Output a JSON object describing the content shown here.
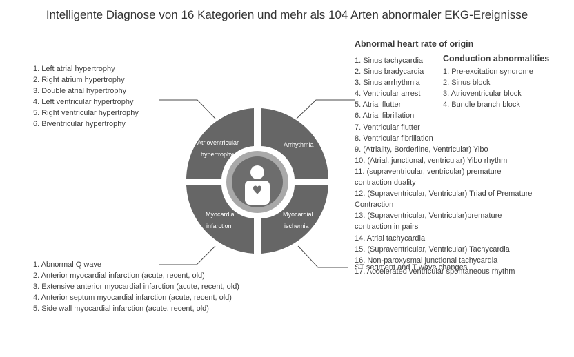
{
  "title": "Intelligente Diagnose von 16 Kategorien und mehr als 104 Arten abnormaler EKG-Ereignisse",
  "colors": {
    "segment": "#666666",
    "center_ring": "#a9a9a9",
    "center_disc": "#6d6d6d",
    "line": "#4a4a4a",
    "text": "#3f3f3f"
  },
  "center_icon": "patient-heart-icon",
  "segments": {
    "top_left": {
      "line1": "Atrioventricular",
      "line2": "hypertrophy"
    },
    "top_right": {
      "line1": "Arrhythmia"
    },
    "bottom_left": {
      "line1": "Myocardial",
      "line2": "infarction"
    },
    "bottom_right": {
      "line1": "Myocardial",
      "line2": "ischemia"
    }
  },
  "hypertrophy_list": [
    "1. Left atrial hypertrophy",
    "2. Right atrium hypertrophy",
    "3. Double atrial hypertrophy",
    "4. Left ventricular hypertrophy",
    "5. Right ventricular hypertrophy",
    "6. Biventricular hypertrophy"
  ],
  "infarction_list": [
    "1. Abnormal Q wave",
    "2. Anterior myocardial infarction (acute, recent, old)",
    "3. Extensive anterior myocardial infarction (acute, recent, old)",
    "4. Anterior septum myocardial infarction (acute, recent, old)",
    "5. Side wall myocardial infarction (acute, recent, old)"
  ],
  "abnormal_heart_rate": {
    "heading": "Abnormal heart rate of origin",
    "items": [
      "1. Sinus tachycardia",
      "2. Sinus bradycardia",
      "3. Sinus arrhythmia",
      "4. Ventricular arrest",
      "5. Atrial flutter",
      "6. Atrial fibrillation",
      "7. Ventricular flutter",
      "8. Ventricular fibrillation",
      "9. (Atriality, Borderline, Ventricular) Yibo",
      "10. (Atrial, junctional, ventricular) Yibo rhythm",
      "11. (supraventricular, ventricular) premature contraction duality",
      "12. (Supraventricular, Ventricular) Triad of Premature Contraction",
      "13. (Supraventricular, Ventricular)premature contraction in pairs",
      "14. Atrial tachycardia",
      "15. (Supraventricular, Ventricular) Tachycardia",
      "16. Non-paroxysmal junctional tachycardia",
      "17. Accelerated ventricular spontaneous rhythm"
    ]
  },
  "conduction": {
    "heading": "Conduction abnormalities",
    "items": [
      "1. Pre-excitation syndrome",
      "2. Sinus block",
      "3. Atrioventricular block",
      "4. Bundle branch block"
    ]
  },
  "ischemia_text": "ST segment and T wave changes"
}
